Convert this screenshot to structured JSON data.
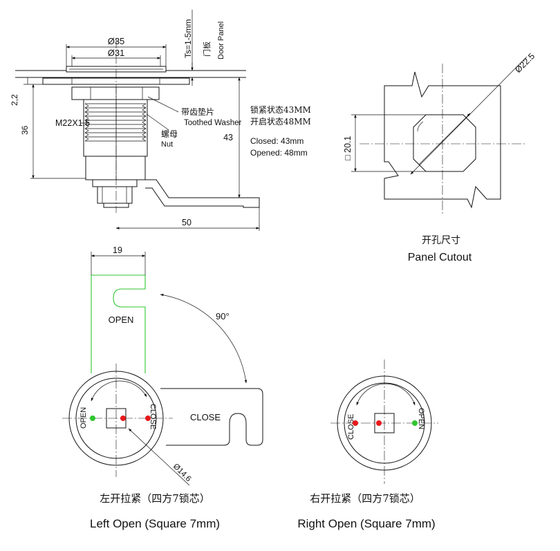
{
  "top_view": {
    "dim_outer_dia": "Ø35",
    "dim_inner_dia": "Ø31",
    "panel_thickness": "Ts=1-5mm",
    "door_panel_cn": "门板",
    "door_panel_en": "Door Panel",
    "dim_flange": "2,2",
    "dim_body": "36",
    "thread": "M22X1.5",
    "washer_cn": "带齿垫片",
    "washer_en": "Toothed Washer",
    "nut_cn": "螺母",
    "nut_en": "Nut",
    "dim_total": "43",
    "dim_cam": "50",
    "state_closed_cn": "锁紧状态43MM",
    "state_open_cn": "开启状态48MM",
    "state_closed_en": "Closed: 43mm",
    "state_open_en": "Opened: 48mm"
  },
  "panel_cutout": {
    "dim_dia": "Ø22.5",
    "dim_flat": "□ 20.1",
    "caption_cn": "开孔尺寸",
    "caption_en": "Panel Cutout"
  },
  "left_open": {
    "dim_width": "19",
    "angle": "90°",
    "label_open": "OPEN",
    "label_close": "CLOSE",
    "dial_open": "OPEN",
    "dial_close": "CLOSE",
    "dim_dia": "Ø14.6",
    "caption_cn": "左开拉紧（四方7锁芯）",
    "caption_en": "Left Open (Square 7mm)"
  },
  "right_open": {
    "dial_close": "CLOSE",
    "dial_open": "OPEN",
    "caption_cn": "右开拉紧（四方7锁芯）",
    "caption_en": "Right Open (Square 7mm)"
  },
  "colors": {
    "open_indicator": "#2ec62e",
    "close_indicator": "#e8181a",
    "open_cam_outline": "#2ec62e"
  }
}
